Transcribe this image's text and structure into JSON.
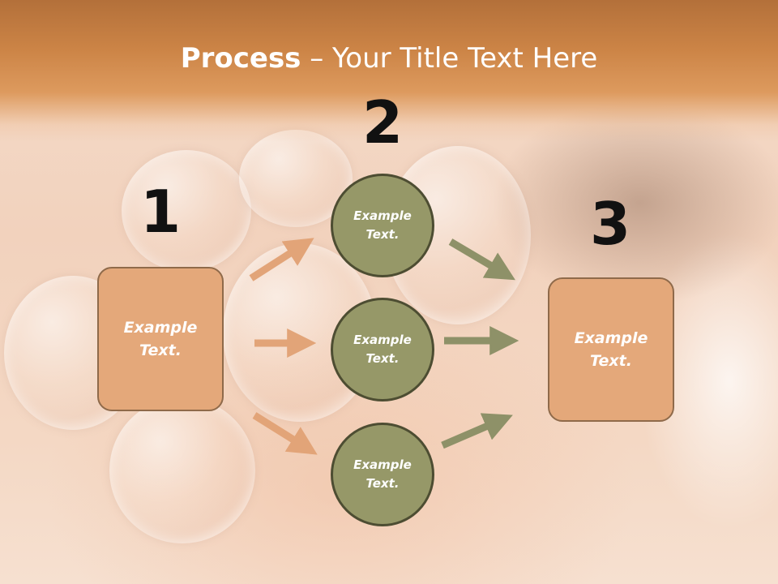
{
  "slide": {
    "title_bold": "Process",
    "title_rest": " – Your Title Text Here"
  },
  "steps": {
    "one": {
      "number": "1",
      "line1": "Example",
      "line2": "Text."
    },
    "two": {
      "number": "2",
      "items": [
        {
          "line1": "Example",
          "line2": "Text."
        },
        {
          "line1": "Example",
          "line2": "Text."
        },
        {
          "line1": "Example",
          "line2": "Text."
        }
      ]
    },
    "three": {
      "number": "3",
      "line1": "Example",
      "line2": "Text."
    }
  },
  "colors": {
    "title_band": "#cc8446",
    "box_fill": "#e4a87a",
    "box_border": "#8f6a4a",
    "circle_fill": "#969868",
    "circle_border": "#4d4d32",
    "arrow_left": "#e2a478",
    "arrow_right": "#8e9168"
  }
}
